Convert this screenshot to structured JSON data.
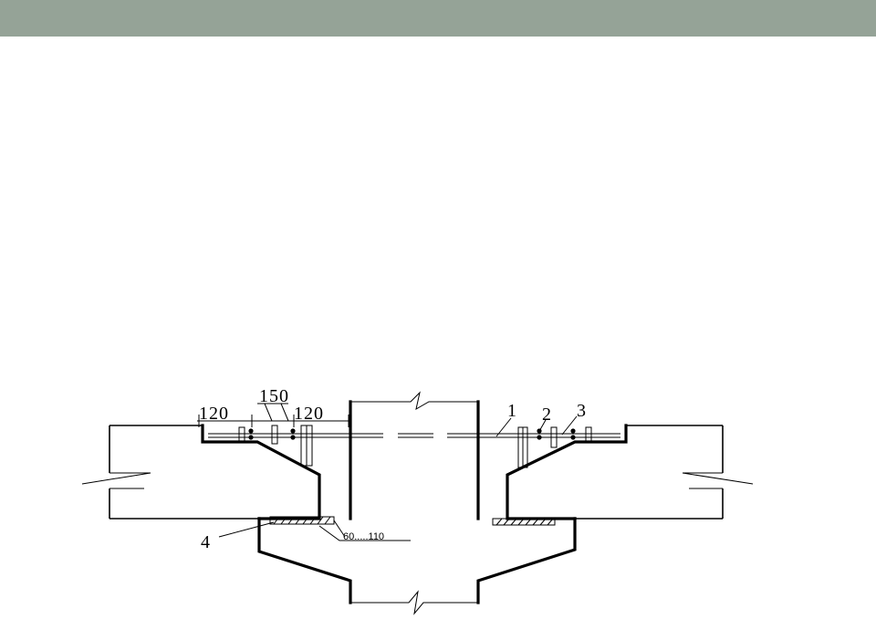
{
  "diagram": {
    "dimensions": {
      "top_total": "150",
      "left_seg": "120",
      "right_seg": "120",
      "gap_range": "60.....110"
    },
    "callouts": {
      "c1": "1",
      "c2": "2",
      "c3": "3",
      "c4": "4"
    },
    "colors": {
      "header_bar": "#95a397",
      "background": "#ffffff",
      "lines": "#000000"
    }
  }
}
